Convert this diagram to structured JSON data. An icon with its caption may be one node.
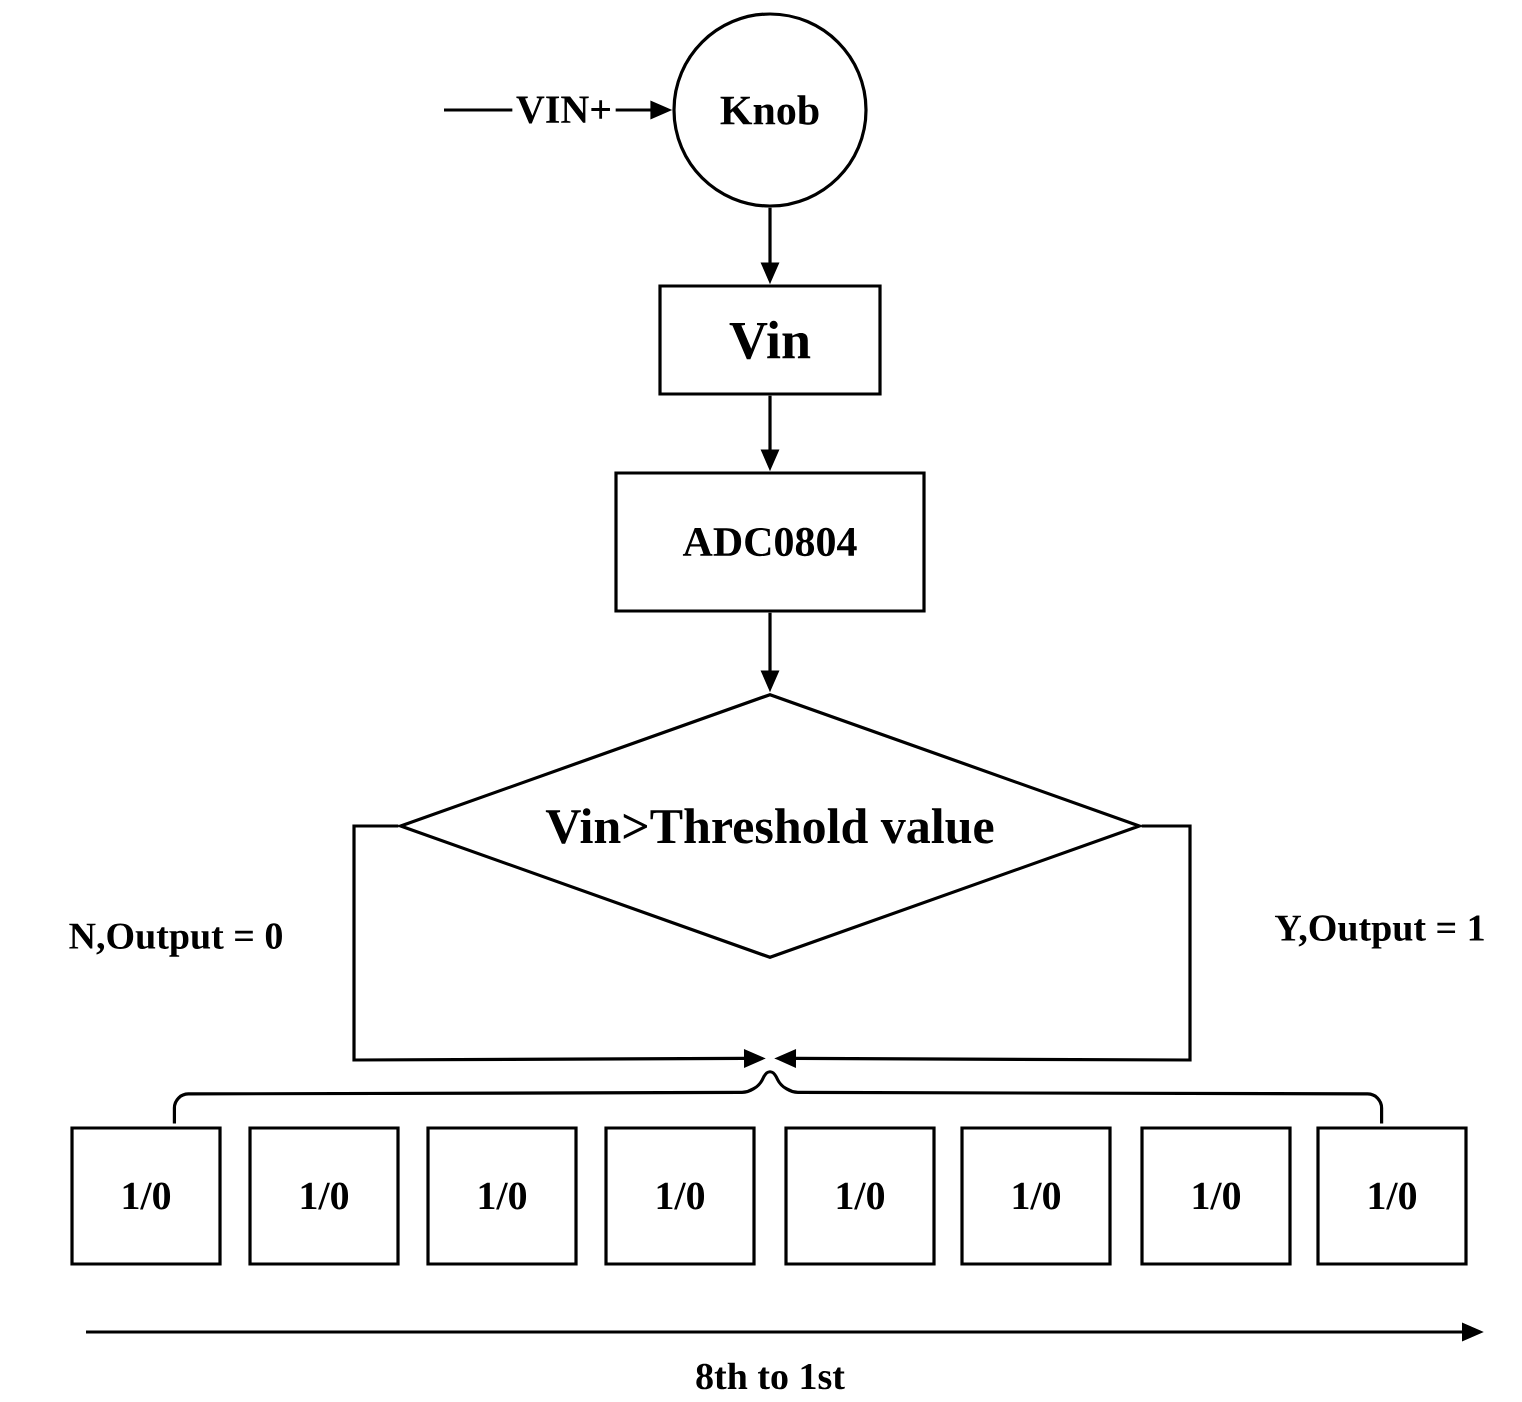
{
  "diagram": {
    "nodes": [
      {
        "text": [
          "VIN+"
        ]
      },
      {
        "text": [
          "Knob"
        ]
      },
      {
        "text": [
          "Vin"
        ]
      },
      {
        "text": [
          "ADC0804"
        ]
      },
      {
        "text": [
          "Vin>Threshold value"
        ]
      },
      {
        "text": [],
        "shape": "bracket"
      },
      {
        "text": [
          "1/0"
        ]
      },
      {
        "text": [
          "1/0"
        ]
      },
      {
        "text": [
          "1/0"
        ]
      },
      {
        "text": [
          "1/0"
        ]
      },
      {
        "text": [
          "1/0"
        ]
      },
      {
        "text": [
          "1/0"
        ]
      },
      {
        "text": [
          "1/0"
        ]
      },
      {
        "text": [
          "1/0"
        ]
      }
    ],
    "edges": [
      {
        "from": 0,
        "to": 1,
        "arrow": "to"
      },
      {
        "from": 1,
        "to": 2,
        "arrow": "to"
      },
      {
        "from": 2,
        "to": 3,
        "arrow": "to"
      },
      {
        "from": 3,
        "to": 4,
        "arrow": "to"
      },
      {
        "from": 4,
        "to": 5,
        "arrow": "to",
        "label": "N,Output = 0"
      },
      {
        "from": 4,
        "to": 5,
        "arrow": "to",
        "label": "Y,Output = 1"
      }
    ],
    "labels": [
      "8th to 1st"
    ]
  }
}
